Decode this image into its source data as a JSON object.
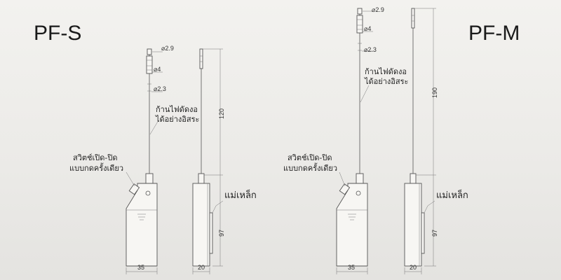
{
  "models": [
    {
      "name": "PF-S",
      "dia_tip": "⌀2.9",
      "dia_mid": "⌀4",
      "dia_base": "⌀2.3",
      "rod_note_line1": "ก้านไฟดัดงอ",
      "rod_note_line2": "ได้อย่างอิสระ",
      "switch_note_line1": "สวิตช์เปิด-ปิด",
      "switch_note_line2": "แบบกดครั้งเดียว",
      "magnet_label": "แม่เหล็ก",
      "rod_length": "120",
      "body_height": "97",
      "width_front": "35",
      "width_side": "20"
    },
    {
      "name": "PF-M",
      "dia_tip": "⌀2.9",
      "dia_mid": "⌀4",
      "dia_base": "⌀2.3",
      "rod_note_line1": "ก้านไฟดัดงอ",
      "rod_note_line2": "ได้อย่างอิสระ",
      "switch_note_line1": "สวิตช์เปิด-ปิด",
      "switch_note_line2": "แบบกดครั้งเดียว",
      "magnet_label": "แม่เหล็ก",
      "rod_length": "190",
      "body_height": "97",
      "width_front": "35",
      "width_side": "20"
    }
  ]
}
